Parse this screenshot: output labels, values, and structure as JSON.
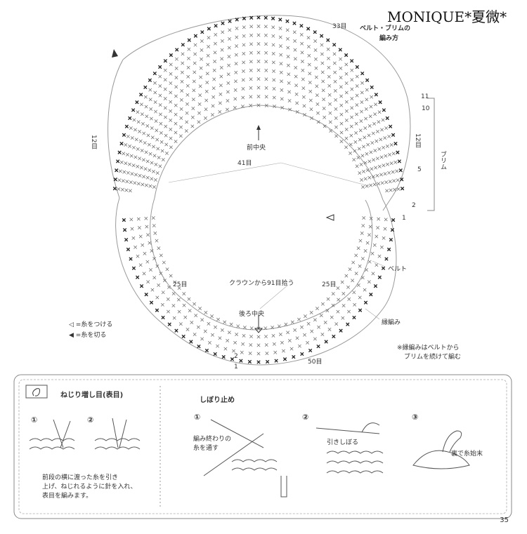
{
  "watermark": "MONIQUE*夏微*",
  "page_number": "35",
  "diagram": {
    "title_line1": "ベルト・ブリムの",
    "title_line2": "編み方",
    "count_top": "33目",
    "count_left": "12目",
    "count_right": "12目",
    "count_inner": "41目",
    "count_lower_left": "25目",
    "count_lower_right": "25目",
    "count_bottom": "50目",
    "front_center": "前中央",
    "back_center": "後ろ中央",
    "pickup": "クラウンから91目拾う",
    "label_brim": "ブリム",
    "label_belt": "ベルト",
    "label_edge": "縁編み",
    "row_numbers": [
      "11",
      "10",
      "5",
      "2",
      "1"
    ],
    "row_numbers_left": [
      "2",
      "1"
    ],
    "legend_attach": "◁ =糸をつける",
    "legend_cut": "◀ =糸を切る",
    "note_line1": "※縁編みはベルトから",
    "note_line2": "ブリムを続けて編む"
  },
  "bottom": {
    "twist_title": "ねじり増し目(表目)",
    "twist_step1": "①",
    "twist_step2": "②",
    "twist_note_line1": "前段の横に渡った糸を引き",
    "twist_note_line2": "上げ、ねじれるように針を入れ、",
    "twist_note_line3": "表目を編みます。",
    "gather_title": "しぼり止め",
    "gather_step1": "①",
    "gather_step2": "②",
    "gather_step3": "③",
    "gather_note1_line1": "編み終わりの",
    "gather_note1_line2": "糸を通す",
    "gather_note2": "引きしぼる",
    "gather_note3": "裏で糸始末"
  }
}
